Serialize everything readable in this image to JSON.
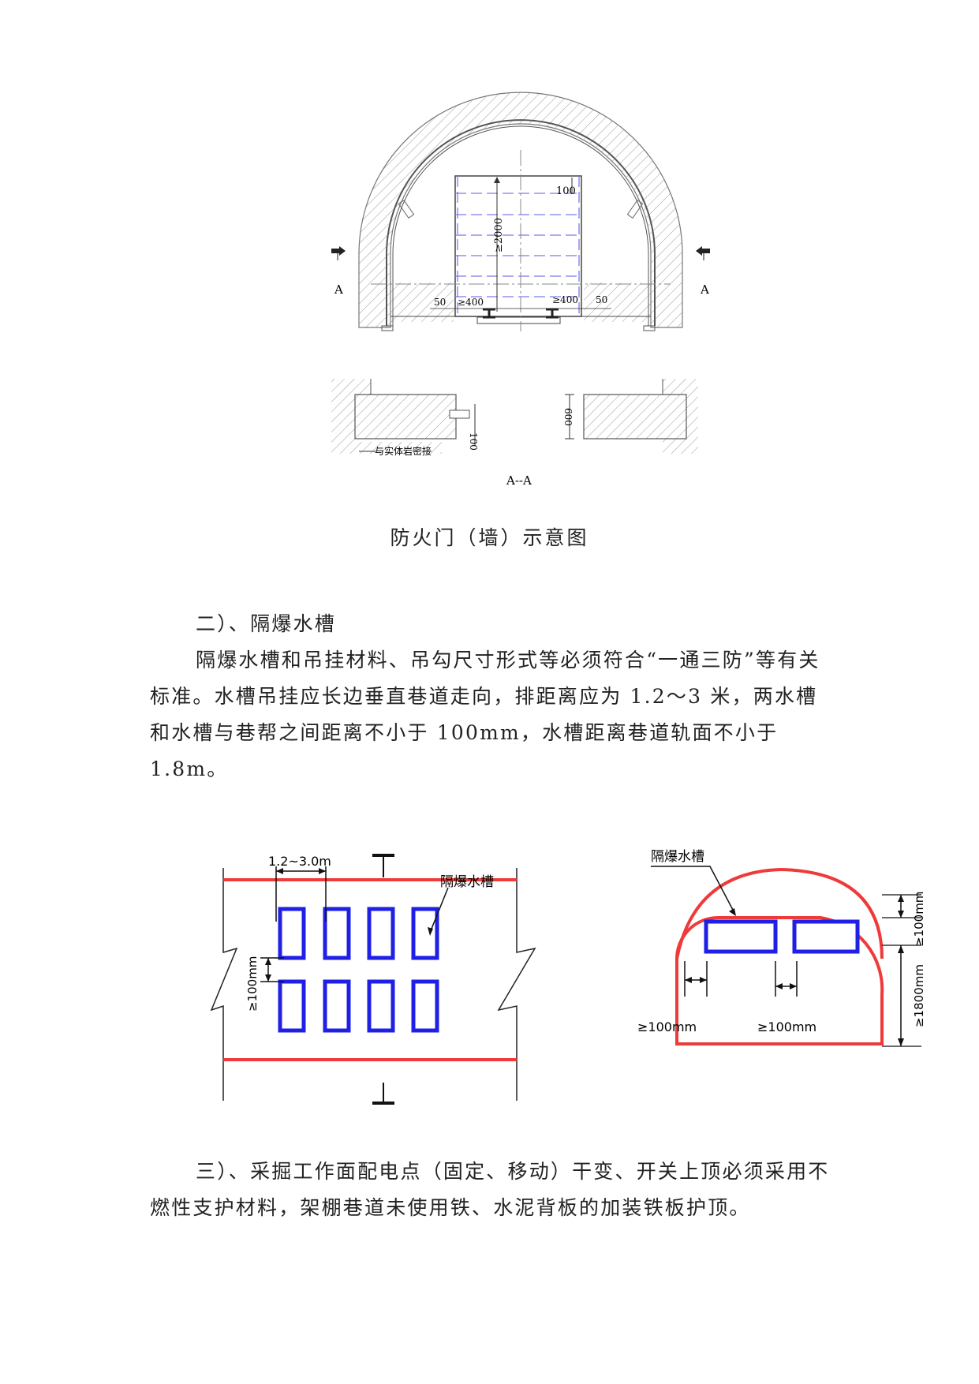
{
  "figure1": {
    "dim_top": "100",
    "dim_height": "≥2000",
    "dim_left_50": "50",
    "dim_left_400": "≥400",
    "dim_right_400": "≥400",
    "dim_right_50": "50",
    "section_left": "A",
    "section_right": "A",
    "dim_gap": "100",
    "dim_600": "600",
    "note_rock": "与实体岩密接",
    "section_title": "A--A",
    "caption": "防火门（墙）示意图"
  },
  "section2": {
    "heading": "二）、隔爆水槽",
    "body": "隔爆水槽和吊挂材料、吊勾尺寸形式等必须符合“一通三防”等有关标准。水槽吊挂应长边垂直巷道走向，排距离应为 1.2～3 米，两水槽和水槽与巷帮之间距离不小于 100mm，水槽距离巷道轨面不小于 1.8m。"
  },
  "figure2": {
    "plan": {
      "spacing_label": "1.2~3.0m",
      "tank_label": "隔爆水槽",
      "gap_label": "≥100mm"
    },
    "section": {
      "tank_label": "隔爆水槽",
      "top_gap_label": "≥100mm",
      "height_label": "≥1800mm",
      "side_gap_label": "≥100mm",
      "between_gap_label": "≥100mm"
    },
    "colors": {
      "tank": "#1f1fe6",
      "roadway": "#ef3a3a"
    }
  },
  "section3": {
    "body": "三）、采掘工作面配电点（固定、移动）干变、开关上顶必须采用不燃性支护材料，架棚巷道未使用铁、水泥背板的加装铁板护顶。"
  }
}
